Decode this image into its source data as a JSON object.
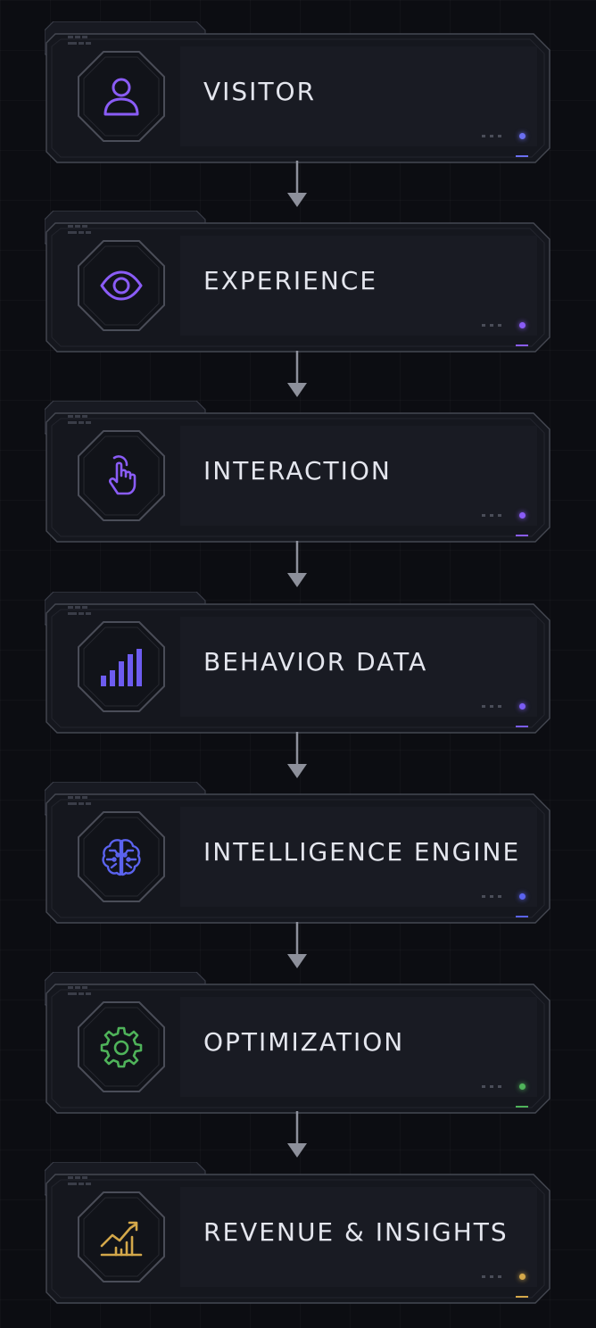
{
  "steps": [
    {
      "label": "VISITOR",
      "icon": "user-icon",
      "color": "#8a5cf6",
      "led": "#6b6ff0"
    },
    {
      "label": "EXPERIENCE",
      "icon": "eye-icon",
      "color": "#8a5cf6",
      "led": "#8a5cf6"
    },
    {
      "label": "INTERACTION",
      "icon": "pointer-hand-icon",
      "color": "#8a5cf6",
      "led": "#8a5cf6"
    },
    {
      "label": "BEHAVIOR DATA",
      "icon": "bar-chart-icon",
      "color": "#6d5cf0",
      "led": "#7a5cf2"
    },
    {
      "label": "INTELLIGENCE ENGINE",
      "icon": "brain-circuit-icon",
      "color": "#5b63ef",
      "led": "#5b63ef"
    },
    {
      "label": "OPTIMIZATION",
      "icon": "gear-icon",
      "color": "#4fb35a",
      "led": "#4fb35a"
    },
    {
      "label": "REVENUE & INSIGHTS",
      "icon": "growth-chart-icon",
      "color": "#d4a84a",
      "led": "#d4a84a"
    }
  ]
}
